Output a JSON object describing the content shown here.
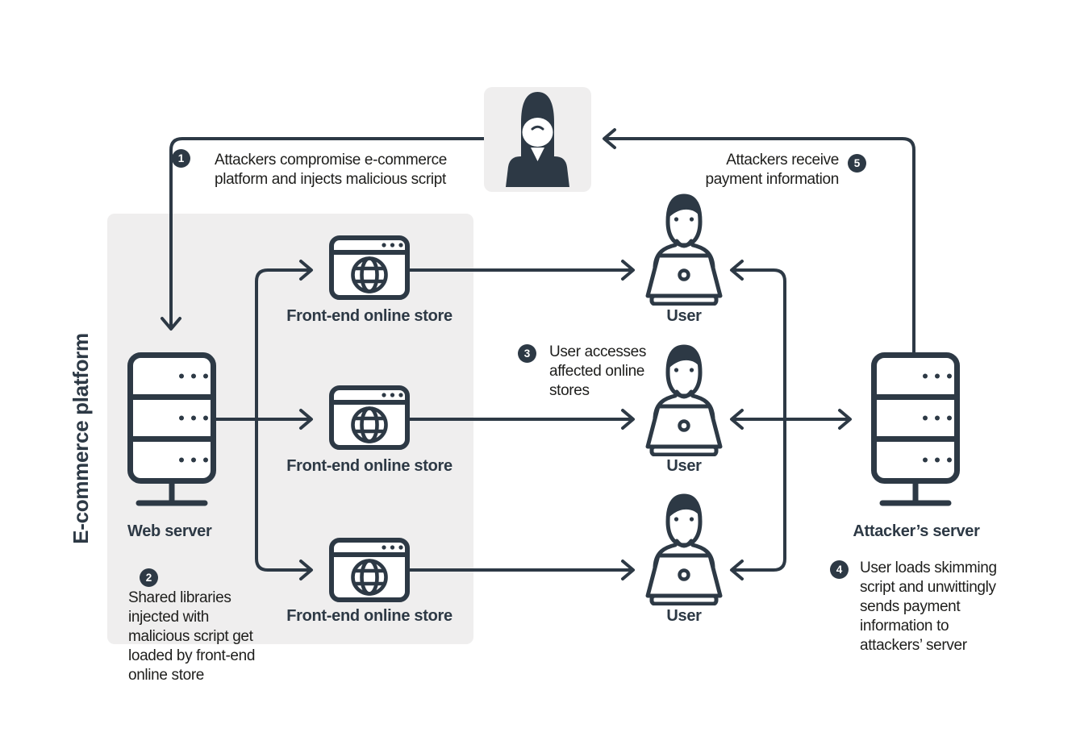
{
  "platform_label": "E-commerce platform",
  "colors": {
    "line": "#2d3945",
    "panel_gray": "#efeeee",
    "annotation_text": "#1e1e1c",
    "badge_fill": "#2d3945",
    "background": "#ffffff"
  },
  "icons": {
    "attacker": "hooded-attacker-icon",
    "web_server": "server-rack-icon",
    "store": "browser-globe-icon",
    "user": "person-at-laptop-icon",
    "attacker_server": "server-rack-icon"
  },
  "nodes": {
    "web_server": "Web server",
    "store_1": "Front-end online store",
    "store_2": "Front-end online store",
    "store_3": "Front-end online store",
    "user_1": "User",
    "user_2": "User",
    "user_3": "User",
    "attacker_server": "Attacker’s server"
  },
  "steps": [
    {
      "num": "1",
      "lines": [
        "Attackers compromise e-commerce",
        "platform and injects malicious script"
      ]
    },
    {
      "num": "2",
      "lines": [
        "Shared libraries",
        "injected with",
        "malicious script get",
        "loaded by front-end",
        "online store"
      ]
    },
    {
      "num": "3",
      "lines": [
        "User accesses",
        "affected online",
        "stores"
      ]
    },
    {
      "num": "4",
      "lines": [
        "User loads skimming",
        "script and unwittingly",
        "sends payment",
        "information to",
        "attackers’ server"
      ]
    },
    {
      "num": "5",
      "lines": [
        "Attackers receive",
        "payment information"
      ]
    }
  ]
}
